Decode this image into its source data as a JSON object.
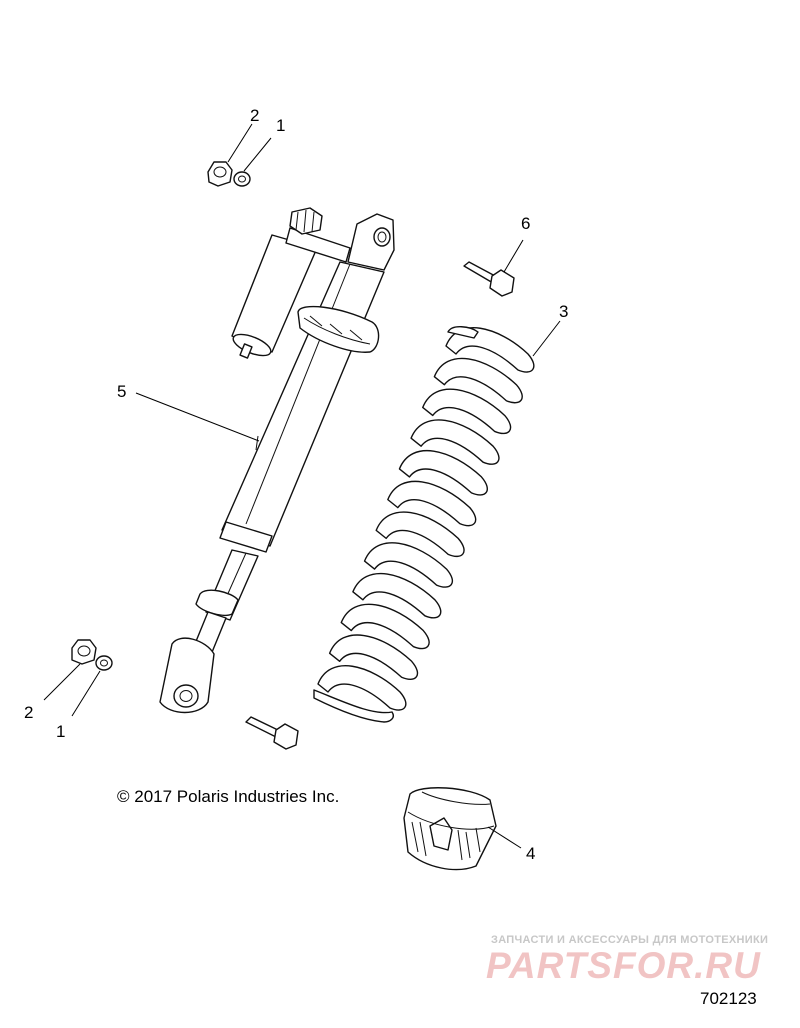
{
  "callouts": {
    "c1_top": "1",
    "c2_top": "2",
    "c6": "6",
    "c3": "3",
    "c5": "5",
    "c2_bottom": "2",
    "c1_bottom": "1",
    "c4": "4"
  },
  "copyright": "© 2017 Polaris Industries Inc.",
  "watermark": {
    "tagline": "ЗАПЧАСТИ И АКСЕССУАРЫ ДЛЯ МОТОТЕХНИКИ",
    "brand": "PARTSFOR.RU"
  },
  "figure_number": "702123"
}
